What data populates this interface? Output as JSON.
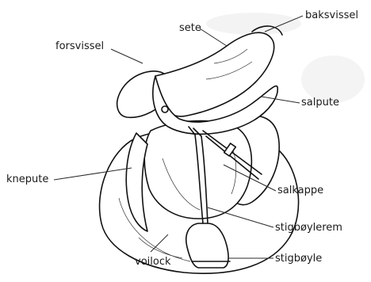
{
  "labels": {
    "sete": "sete",
    "baksvissel": "baksvissel",
    "forsvissel": "forsvissel",
    "salpute": "salpute",
    "knepute": "knepute",
    "salkappe": "salkappe",
    "stigboylerem": "stigbøylerem",
    "stigboyle": "stigbøyle",
    "voilock": "voilock"
  }
}
